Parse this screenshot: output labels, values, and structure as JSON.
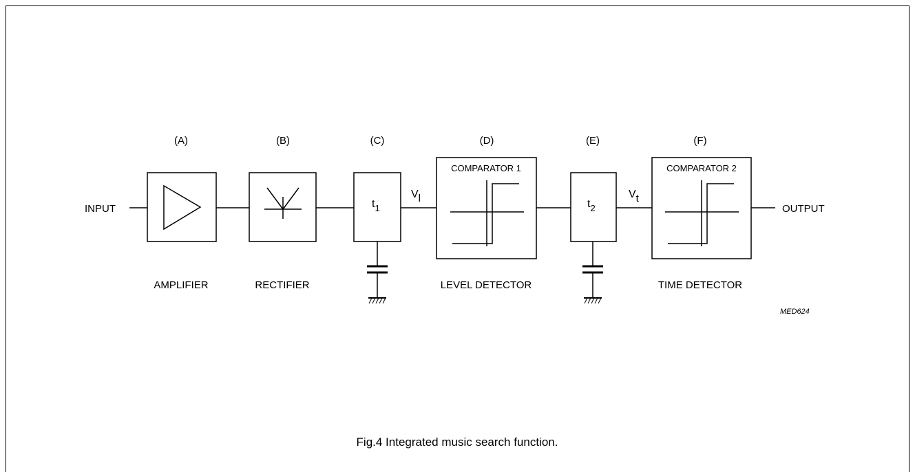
{
  "diagram": {
    "input_label": "INPUT",
    "output_label": "OUTPUT",
    "blocks": [
      {
        "letter": "(A)",
        "name": "AMPLIFIER"
      },
      {
        "letter": "(B)",
        "name": "RECTIFIER"
      },
      {
        "letter": "(C)",
        "inner": "t",
        "inner_sub": "1"
      },
      {
        "letter": "(D)",
        "name": "LEVEL DETECTOR",
        "inner": "COMPARATOR 1"
      },
      {
        "letter": "(E)",
        "inner": "t",
        "inner_sub": "2"
      },
      {
        "letter": "(F)",
        "name": "TIME DETECTOR",
        "inner": "COMPARATOR 2"
      }
    ],
    "signals": {
      "vl_main": "V",
      "vl_sub": "l",
      "vt_main": "V",
      "vt_sub": "t"
    },
    "code": "MED624"
  },
  "caption": "Fig.4  Integrated music search function."
}
